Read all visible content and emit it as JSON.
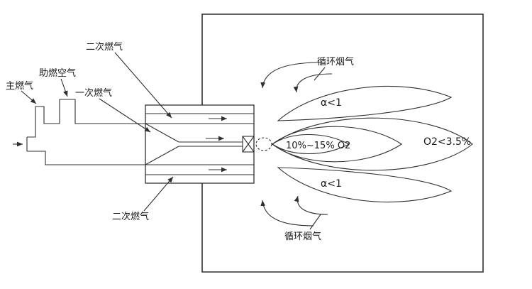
{
  "colors": {
    "line": "#2f2f2f",
    "text": "#1a1a1a",
    "background": "#ffffff"
  },
  "labels": {
    "main_gas": "主燃气",
    "combustion_air": "助燃空气",
    "primary_gas": "一次燃气",
    "secondary_gas": "二次燃气",
    "recirculating_flue_gas": "循环烟气",
    "excess_air_ratio": "α<1",
    "inner_flame_o2": "10%~15% O2",
    "outer_flame_o2": "O2<3.5%"
  }
}
